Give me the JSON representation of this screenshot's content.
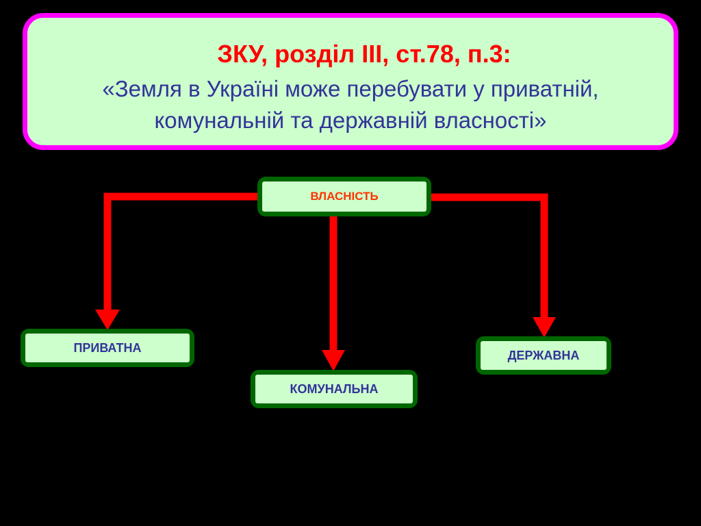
{
  "header": {
    "title": "ЗКУ, розділ ІІІ, ст.78, п.3:",
    "quote_line1": "«Земля в Україні може перебувати у приватній,",
    "quote_line2": "комунальній та державній власності»"
  },
  "diagram": {
    "root": "ВЛАСНІСТЬ",
    "children": [
      "ПРИВАТНА",
      "КОМУНАЛЬНА",
      "ДЕРЖАВНА"
    ]
  },
  "colors": {
    "background": "#000000",
    "header_fill": "#ccffcc",
    "header_border": "#ff00ff",
    "title": "#ff0000",
    "quote": "#333399",
    "node_border": "#006600",
    "node_fill": "#ccffcc",
    "root_text": "#ff3300",
    "child_text": "#333399",
    "arrow": "#ff0000"
  }
}
